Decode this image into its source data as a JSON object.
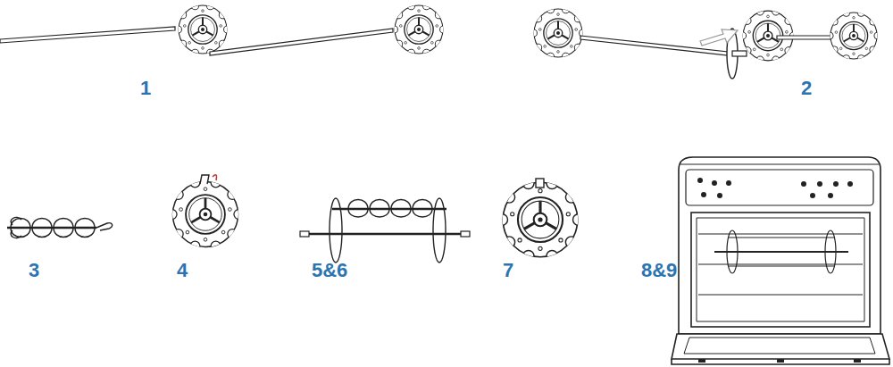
{
  "diagram": {
    "labels": [
      "1",
      "2",
      "3",
      "4",
      "5&6",
      "7",
      "8&9"
    ]
  }
}
